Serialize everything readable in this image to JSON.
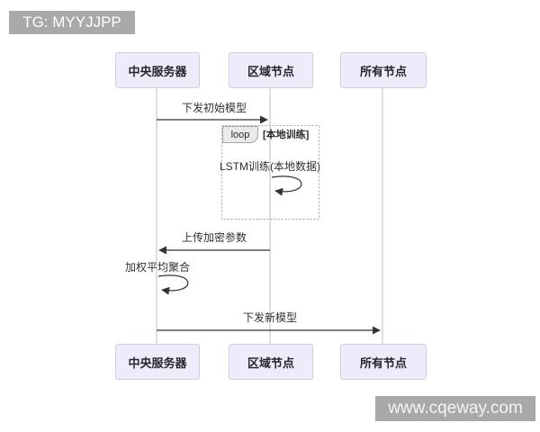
{
  "watermarks": {
    "tg_badge": "TG: MYYJJPP",
    "site_badge": "www.cqeway.com"
  },
  "diagram_type": "sequence-diagram",
  "actors": [
    {
      "label": "中央服务器"
    },
    {
      "label": "区域节点"
    },
    {
      "label": "所有节点"
    }
  ],
  "loop": {
    "keyword": "loop",
    "title": "[本地训练]"
  },
  "messages": [
    {
      "label": "下发初始模型",
      "from": "中央服务器",
      "to": "区域节点",
      "kind": "solid-arrow"
    },
    {
      "label": "LSTM训练(本地数据)",
      "from": "区域节点",
      "to": "区域节点",
      "kind": "self-loop"
    },
    {
      "label": "上传加密参数",
      "from": "区域节点",
      "to": "中央服务器",
      "kind": "solid-arrow"
    },
    {
      "label": "加权平均聚合",
      "from": "中央服务器",
      "to": "中央服务器",
      "kind": "self-loop"
    },
    {
      "label": "下发新模型",
      "from": "中央服务器",
      "to": "所有节点",
      "kind": "solid-arrow"
    }
  ],
  "colors": {
    "actor_fill": "#ECECFA",
    "actor_border": "#CFCFE3",
    "lifeline": "#BDBDC9",
    "arrow": "#333333",
    "loop_border": "#A8A8A8",
    "loop_label_fill": "#EAEAEA",
    "watermark_bg": "#A9A9A9",
    "watermark_text": "#FFFFFF",
    "background": "#FFFFFF"
  }
}
